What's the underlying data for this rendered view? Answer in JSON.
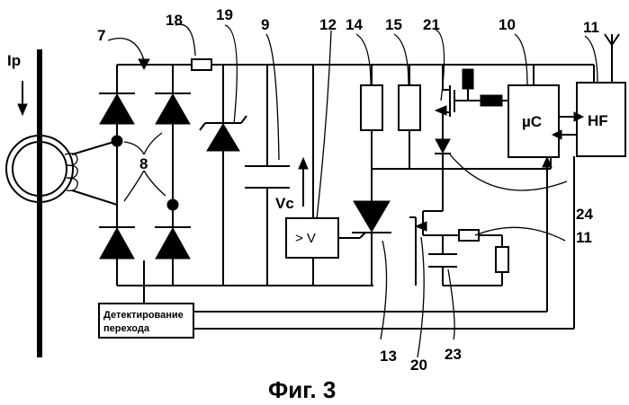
{
  "labels": {
    "ip": "Ip",
    "vc": "Vc",
    "comparator": "> V",
    "microcontroller": "µC",
    "radio": "HF",
    "detection_line1": "Детектирование",
    "detection_line2": "перехода",
    "n7": "7",
    "n8": "8",
    "n9": "9",
    "n10": "10",
    "n11_top": "11",
    "n11_side": "11",
    "n12": "12",
    "n13": "13",
    "n14": "14",
    "n15": "15",
    "n18": "18",
    "n19": "19",
    "n20": "20",
    "n21": "21",
    "n23": "23",
    "n24": "24"
  },
  "caption": "Фиг. 3"
}
